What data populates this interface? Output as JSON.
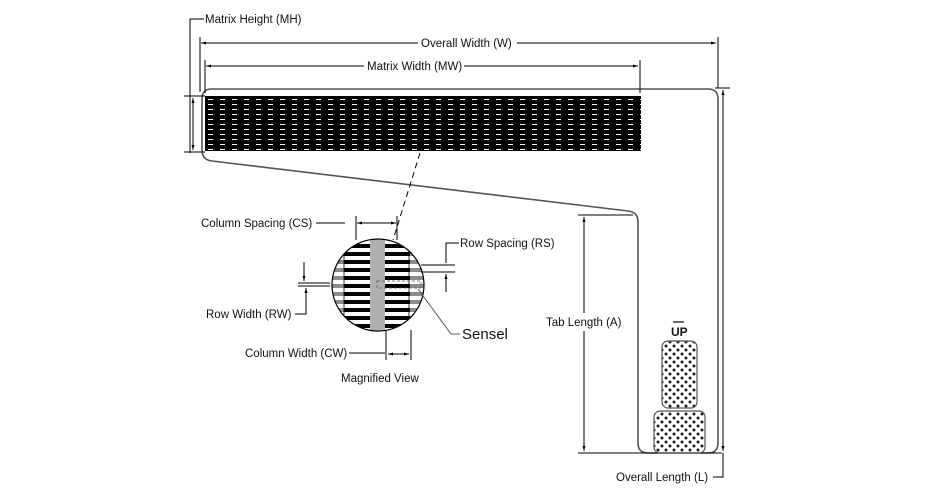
{
  "diagram": {
    "title": "Sensor Dimensions Diagram",
    "labels": {
      "matrix_height": "Matrix Height (MH)",
      "overall_width": "Overall Width (W)",
      "matrix_width": "Matrix Width (MW)",
      "column_spacing": "Column Spacing (CS)",
      "row_spacing": "Row Spacing (RS)",
      "row_width": "Row Width (RW)",
      "sensel": "Sensel",
      "column_width": "Column Width (CW)",
      "magnified_view": "Magnified View",
      "tab_length": "Tab Length (A)",
      "overall_length": "Overall Length (L)",
      "up_marker": "UP"
    },
    "colors": {
      "line": "#000000",
      "outline": "#555555",
      "matrix": "#000000",
      "column_highlight": "#b0b0b0",
      "background": "#ffffff"
    }
  }
}
